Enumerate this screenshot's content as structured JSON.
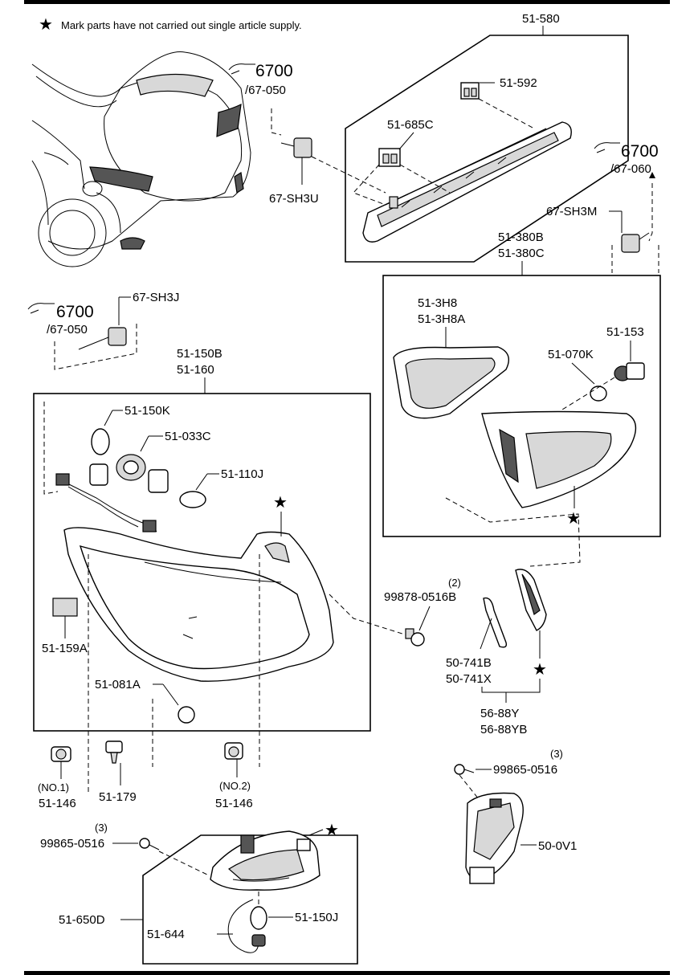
{
  "note": {
    "star": "★",
    "text": "Mark parts have not carried out single article supply."
  },
  "refs": {
    "ref_a": {
      "num": "6700",
      "sub": "/67-050"
    },
    "ref_b": {
      "num": "6700",
      "sub": "/67-060"
    },
    "ref_c": {
      "num": "6700",
      "sub": "/67-050"
    }
  },
  "labels": {
    "p51_580": "51-580",
    "p51_592": "51-592",
    "p51_685c": "51-685C",
    "p67_sh3u": "67-SH3U",
    "p67_sh3m": "67-SH3M",
    "p51_380b": "51-380B",
    "p51_380c": "51-380C",
    "p51_3h8": "51-3H8",
    "p51_3h8a": "51-3H8A",
    "p51_153": "51-153",
    "p51_070k": "51-070K",
    "p67_sh3j": "67-SH3J",
    "p51_150b": "51-150B",
    "p51_160": "51-160",
    "p51_150k": "51-150K",
    "p51_033c": "51-033C",
    "p51_110j": "51-110J",
    "p51_159a": "51-159A",
    "p51_081a": "51-081A",
    "qty_2": "(2)",
    "p99878": "99878-0516B",
    "p50_741b": "50-741B",
    "p50_741x": "50-741X",
    "p56_88y": "56-88Y",
    "p56_88yb": "56-88YB",
    "no1": "(NO.1)",
    "p51_146_a": "51-146",
    "p51_179": "51-179",
    "no2": "(NO.2)",
    "p51_146_b": "51-146",
    "qty_3a": "(3)",
    "p99865_a": "99865-0516",
    "p50_0v1": "50-0V1",
    "qty_3b": "(3)",
    "p99865_b": "99865-0516",
    "p51_650d": "51-650D",
    "p51_644": "51-644",
    "p51_150j": "51-150J"
  },
  "stars": {
    "s1": "★",
    "s2": "★",
    "s3": "★",
    "s4": "★"
  }
}
